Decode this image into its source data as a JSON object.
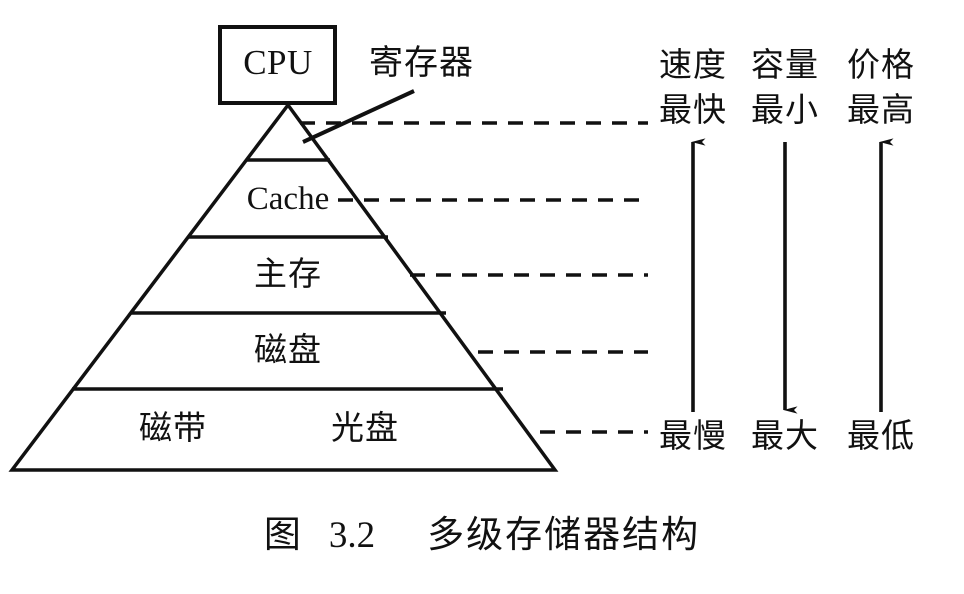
{
  "figure": {
    "caption_prefix": "图",
    "caption_number": "3.2",
    "caption_title": "多级存储器结构",
    "background_color": "#ffffff",
    "ink_color": "#111111"
  },
  "processor": {
    "label": "CPU"
  },
  "annotation": {
    "register_label": "寄存器"
  },
  "pyramid": {
    "levels": [
      {
        "id": "register",
        "label": "",
        "callout": "寄存器"
      },
      {
        "id": "cache",
        "label": "Cache",
        "callout": ""
      },
      {
        "id": "main-memory",
        "label": "主存",
        "callout": ""
      },
      {
        "id": "disk",
        "label": "磁盘",
        "callout": ""
      },
      {
        "id": "offline",
        "label_left": "磁带",
        "label_right": "光盘",
        "callout": ""
      }
    ]
  },
  "metrics": {
    "columns": [
      {
        "id": "speed",
        "heading": "速度",
        "top_value": "最快",
        "bottom_value": "最慢",
        "arrow_direction": "up"
      },
      {
        "id": "capacity",
        "heading": "容量",
        "top_value": "最小",
        "bottom_value": "最大",
        "arrow_direction": "down"
      },
      {
        "id": "price",
        "heading": "价格",
        "top_value": "最高",
        "bottom_value": "最低",
        "arrow_direction": "up"
      }
    ]
  },
  "chart_data": {
    "type": "diagram",
    "title": "图 3.2 多级存储器结构",
    "subtype": "memory-hierarchy-pyramid",
    "tiers_top_to_bottom": [
      "寄存器",
      "Cache",
      "主存",
      "磁盘",
      "磁带 / 光盘"
    ],
    "attached_processor": "CPU",
    "axes": [
      {
        "name": "速度",
        "top": "最快",
        "bottom": "最慢",
        "direction": "up"
      },
      {
        "name": "容量",
        "top": "最小",
        "bottom": "最大",
        "direction": "down"
      },
      {
        "name": "价格",
        "top": "最高",
        "bottom": "最低",
        "direction": "up"
      }
    ]
  }
}
